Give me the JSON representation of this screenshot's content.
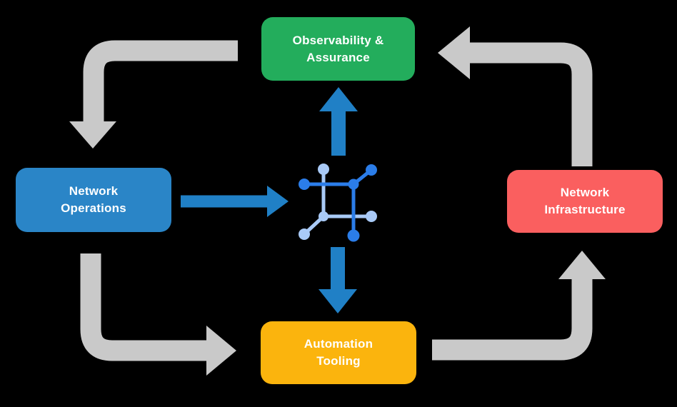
{
  "diagram": {
    "type": "cycle-flow",
    "background_color": "#000000",
    "nodes": {
      "observability": {
        "label": "Observability & Assurance",
        "color": "#23AD5C"
      },
      "operations": {
        "label": "Network Operations",
        "color": "#2A85C7"
      },
      "infrastructure": {
        "label": "Network Infrastructure",
        "color": "#FA5F5F"
      },
      "automation": {
        "label": "Automation Tooling",
        "color": "#FBB40D"
      }
    },
    "center_icon": {
      "name": "network-mesh-icon",
      "dark_blue": "#2B7DE9",
      "light_blue": "#A9CAF7"
    },
    "arrows": {
      "gray_color": "#C9C9C9",
      "blue_color": "#2080C6",
      "flows": [
        "Observability & Assurance -> Network Operations",
        "Network Operations -> Automation Tooling",
        "Automation Tooling -> Network Infrastructure",
        "Network Infrastructure -> Observability & Assurance",
        "Network Operations -> center icon",
        "center icon -> Observability & Assurance",
        "center icon -> Automation Tooling"
      ]
    }
  }
}
